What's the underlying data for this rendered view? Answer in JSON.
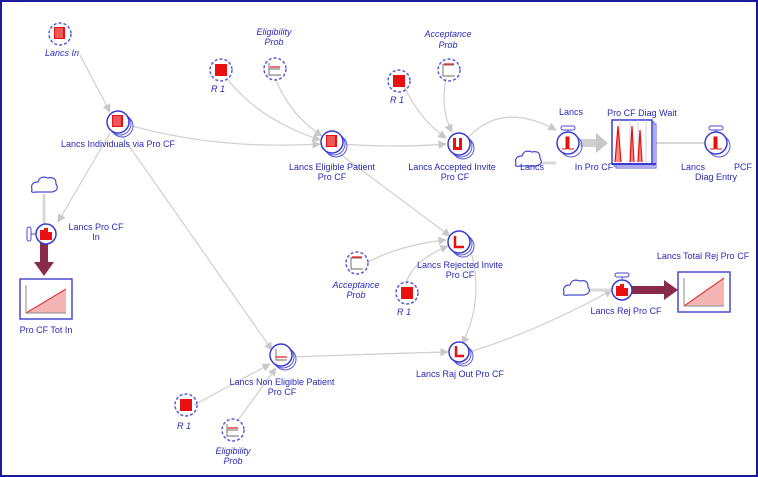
{
  "diagram": {
    "title": "Lancs Pro CF stock and flow model",
    "colors": {
      "border": "#1a1a9a",
      "label": "#2a2ab8",
      "node_ring": "#3a3ad0",
      "fill_red": "#e81010",
      "stock_fill": "#f5b5b5",
      "flow_pipe": "#8a2a4a",
      "connector": "#c8c8c8"
    },
    "labels": {
      "lancs_in": "Lancs In",
      "lancs_individuals": "Lancs Individuals via Pro CF",
      "r1_a": "R 1",
      "eligibility_prob_a": [
        "Eligibility",
        "Prob"
      ],
      "lancs_eligible": [
        "Lancs Eligible Patient",
        "Pro CF"
      ],
      "r1_b": "R 1",
      "acceptance_prob_a": [
        "Acceptance",
        "Prob"
      ],
      "lancs_accepted": [
        "Lancs Accepted Invite",
        "Pro CF"
      ],
      "cloud_lancs": "Lancs",
      "lancs_in_pro_cf_top": "Lancs",
      "lancs_in_pro_cf_bottom": "In Pro CF",
      "pro_cf_diag_wait": "Pro CF Diag Wait",
      "diag_entry_top_left": "Lancs",
      "diag_entry_top_right": "PCF",
      "diag_entry_bottom": "Diag Entry",
      "lancs_pro_cf_in": [
        "Lancs Pro CF",
        "In"
      ],
      "pro_cf_tot_in": "Pro CF Tot In",
      "lancs_rejected": [
        "Lancs Rejected Invite",
        "Pro CF"
      ],
      "acceptance_prob_b": [
        "Acceptance",
        "Prob"
      ],
      "r1_c": "R 1",
      "lancs_total_rej": "Lancs Total Rej Pro CF",
      "lancs_rej_pro_cf": "Lancs Rej Pro CF",
      "lancs_non_eligible": [
        "Lancs Non Eligible Patient",
        "Pro CF"
      ],
      "lancs_raj_out": "Lancs Raj Out Pro CF",
      "r1_d": "R 1",
      "eligibility_prob_b": [
        "Eligibility",
        "Prob"
      ]
    }
  }
}
